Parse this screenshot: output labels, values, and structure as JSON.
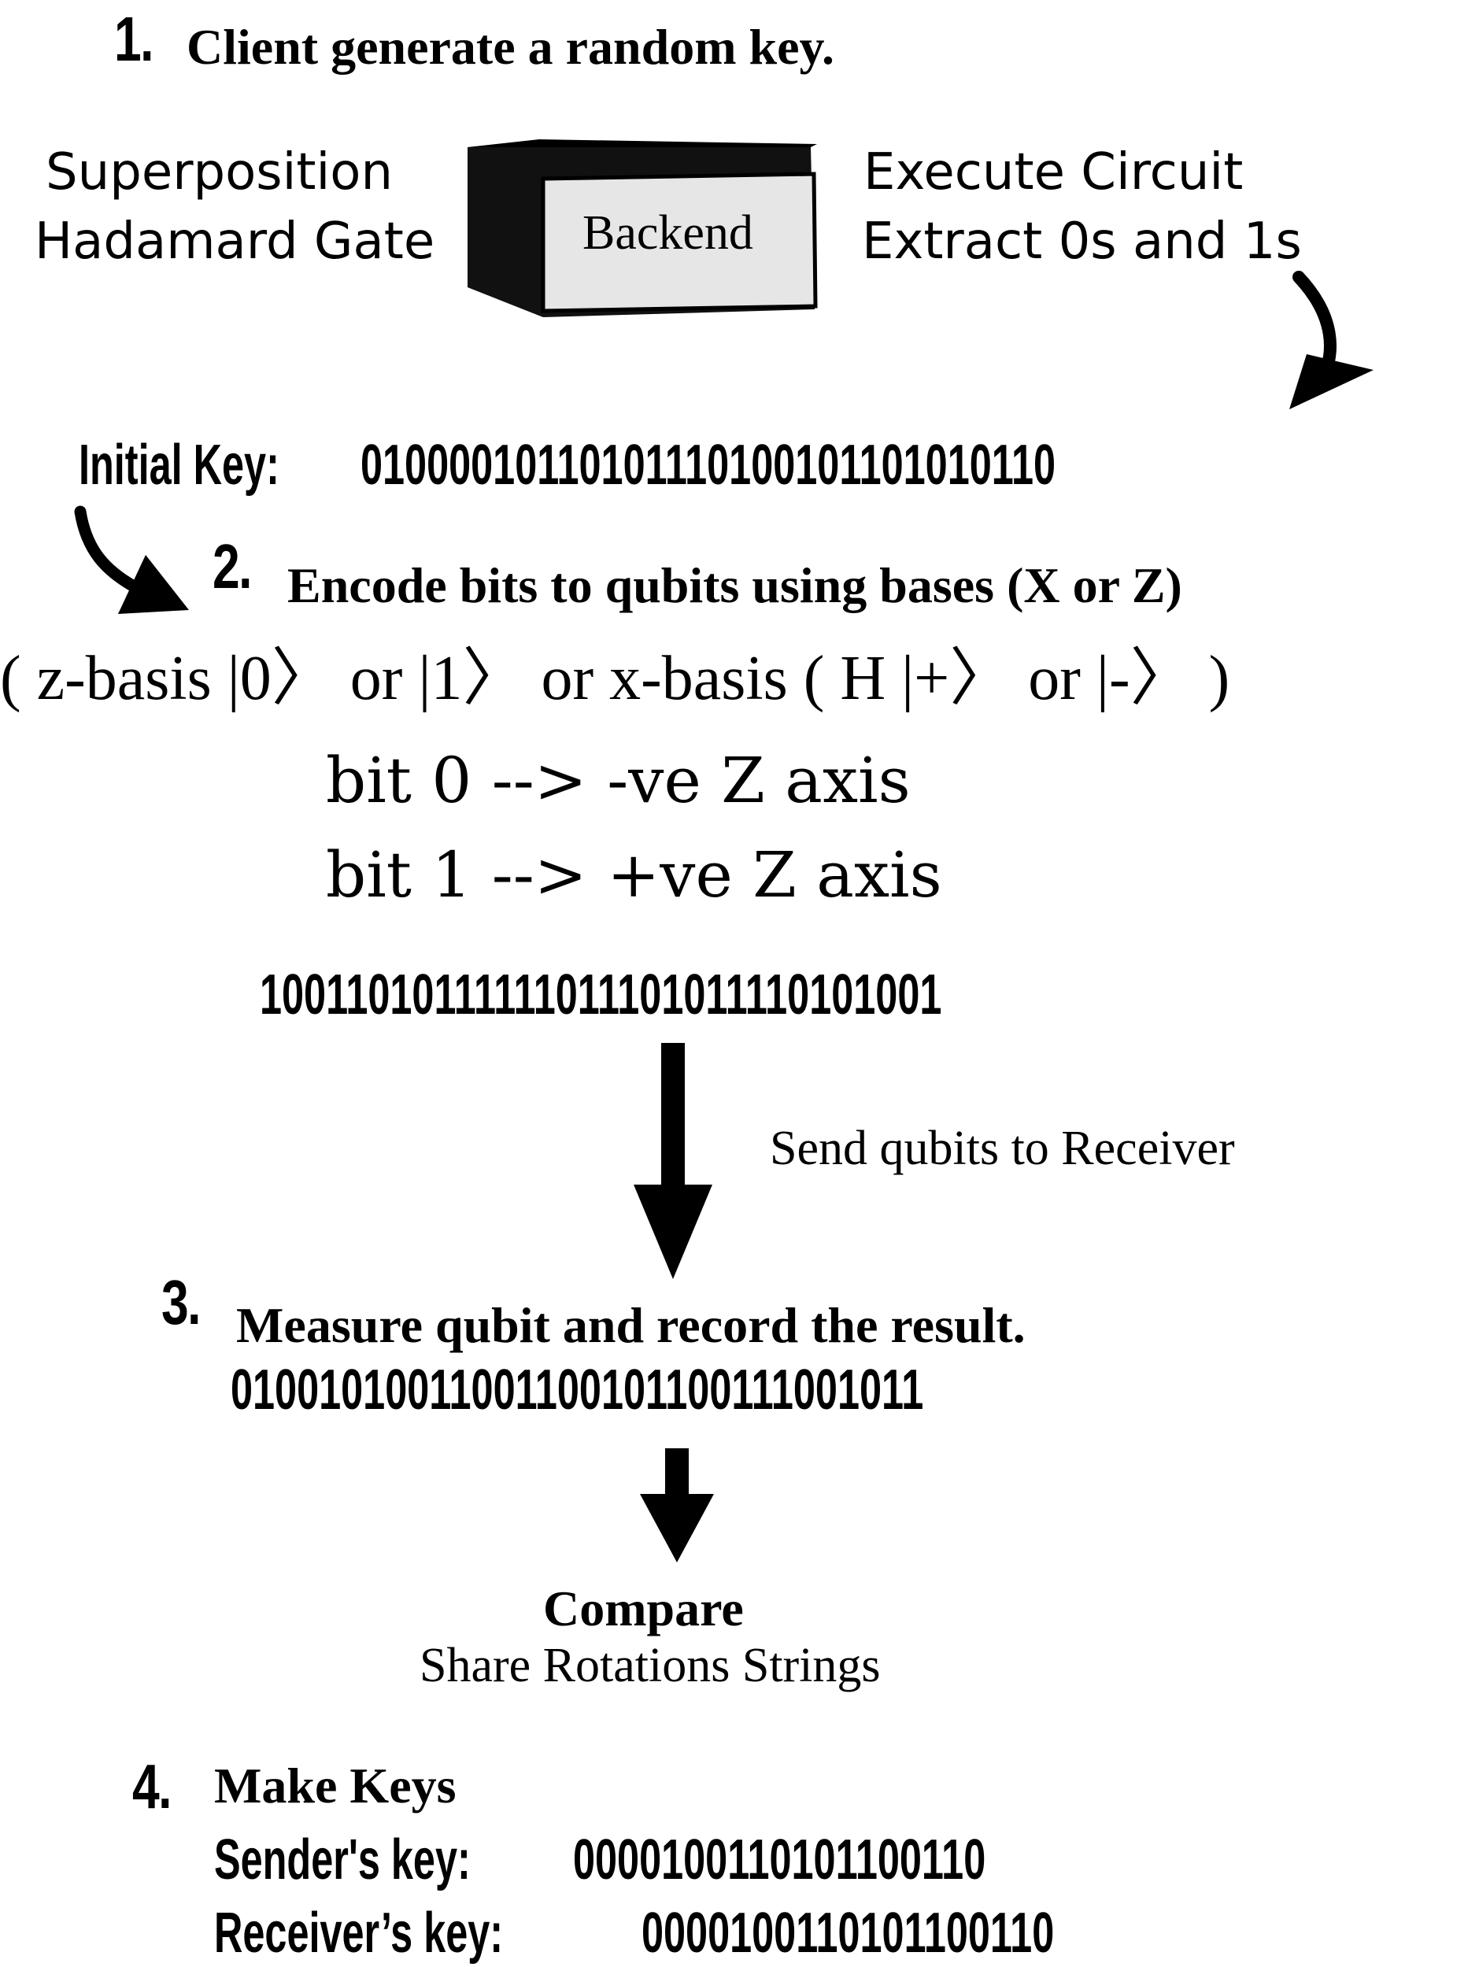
{
  "step1": {
    "number": "1.",
    "title": "Client generate a random key.",
    "left_lines": [
      "Superposition",
      "Hadamard Gate"
    ],
    "box_label": "Backend",
    "right_lines": [
      "Execute Circuit",
      "Extract 0s and 1s"
    ]
  },
  "initial_key": {
    "label": "Initial Key:",
    "value": "01000010110101110100101101010110"
  },
  "step2": {
    "number": "2.",
    "title": "Encode bits to qubits using bases (X or Z)",
    "basis_line": "( z-basis |0〉   or |1〉  or x-basis ( H |+〉  or |-〉  )",
    "rules": [
      "bit 0 --> -ve Z axis",
      "bit 1 --> +ve Z axis"
    ],
    "encoded": "10011010111111011101011110101001"
  },
  "transfer": {
    "label": "Send qubits to Receiver"
  },
  "step3": {
    "number": "3.",
    "title": "Measure qubit and record the result.",
    "measured": "01001010011001100101100111001011"
  },
  "compare": {
    "title": "Compare",
    "subtitle": "Share Rotations Strings"
  },
  "step4": {
    "number": "4.",
    "title": "Make Keys",
    "sender_label": "Sender's key:",
    "sender_value": "0000100110101100110",
    "receiver_label": "Receiver’s key:",
    "receiver_value": "0000100110101100110"
  }
}
